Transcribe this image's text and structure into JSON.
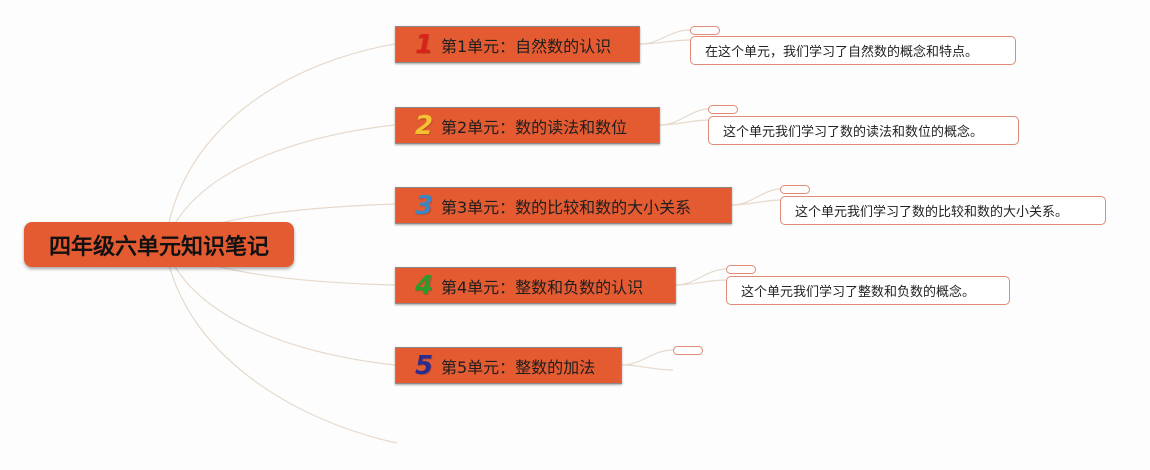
{
  "root": {
    "title": "四年级六单元知识笔记"
  },
  "units": [
    {
      "num": "1",
      "num_color": "#d8221a",
      "title": "第1单元：自然数的认识",
      "note": "在这个单元，我们学习了自然数的概念和特点。"
    },
    {
      "num": "2",
      "num_color": "#f4c230",
      "title": "第2单元：数的读法和数位",
      "note": "这个单元我们学习了数的读法和数位的概念。"
    },
    {
      "num": "3",
      "num_color": "#3d86c4",
      "title": "第3单元：数的比较和数的大小关系",
      "note": "这个单元我们学习了数的比较和数的大小关系。"
    },
    {
      "num": "4",
      "num_color": "#2e9a2e",
      "title": "第4单元：整数和负数的认识",
      "note": "这个单元我们学习了整数和负数的概念。"
    },
    {
      "num": "5",
      "num_color": "#2a2c8e",
      "title": "第5单元：整数的加法",
      "note": ""
    }
  ],
  "colors": {
    "node_fill": "#e45b32",
    "note_border": "#e08a78",
    "connector": "#e6d9cc"
  }
}
